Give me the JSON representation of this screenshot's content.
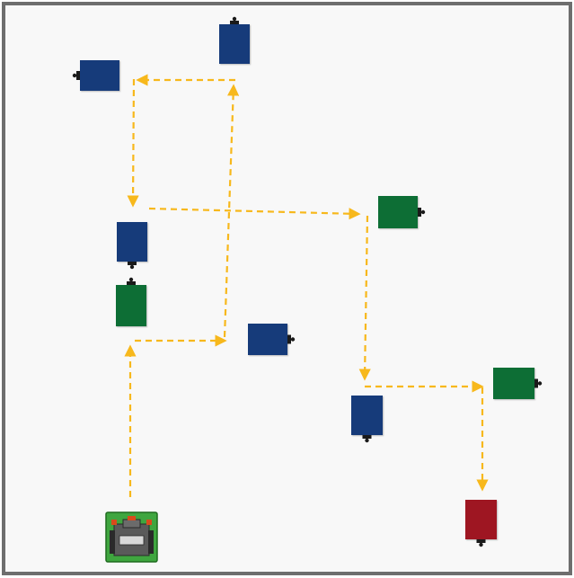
{
  "board": {
    "background": "#f8f8f8",
    "frame_color": "#6e6e6e"
  },
  "colors": {
    "path": "#f7b81c",
    "blue": "#173a7a",
    "green": "#0f6e35",
    "red": "#9e1620",
    "connector": "#1a1a1a",
    "start_pad": "#3fa63f"
  },
  "robot": {
    "icon": "robot-start-icon"
  },
  "blocks": [
    {
      "id": "blue-top",
      "color": "blue",
      "icon": "battery-icon"
    },
    {
      "id": "blue-upper-left",
      "color": "blue",
      "icon": "battery-icon"
    },
    {
      "id": "blue-mid-left",
      "color": "blue",
      "icon": "battery-icon"
    },
    {
      "id": "green-mid-left",
      "color": "green",
      "icon": "battery-icon"
    },
    {
      "id": "blue-center",
      "color": "blue",
      "icon": "battery-icon"
    },
    {
      "id": "green-right-upper",
      "color": "green",
      "icon": "battery-icon"
    },
    {
      "id": "blue-right-lower",
      "color": "blue",
      "icon": "battery-icon"
    },
    {
      "id": "green-right-lower",
      "color": "green",
      "icon": "battery-icon"
    },
    {
      "id": "red-goal",
      "color": "red",
      "icon": "battery-icon"
    }
  ]
}
